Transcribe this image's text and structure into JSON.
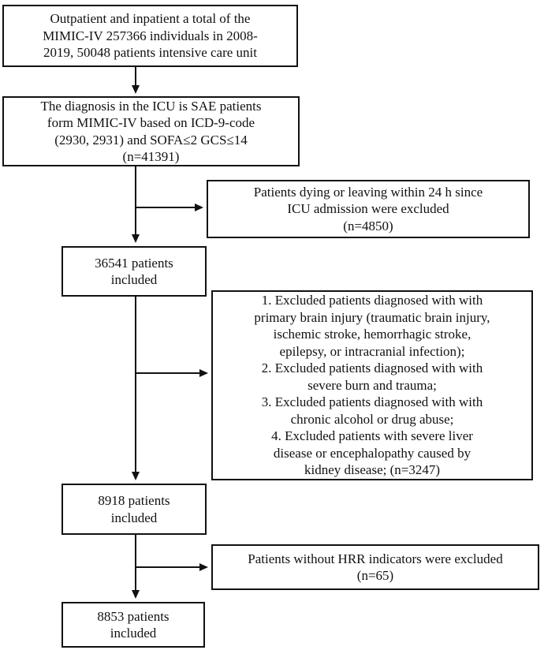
{
  "figure": {
    "background_color": "#ffffff",
    "line_color": "#111111",
    "nodes": {
      "box1": {
        "lines": [
          "Outpatient and inpatient a total of the",
          "MIMIC-IV 257366 individuals in 2008-",
          "2019, 50048 patients intensive care unit"
        ]
      },
      "box2": {
        "lines": [
          "The diagnosis in the ICU is SAE patients",
          "form MIMIC-IV based on ICD-9-code",
          "(2930, 2931) and SOFA≤2 GCS≤14",
          "(n=41391)"
        ]
      },
      "box3": {
        "lines": [
          "Patients dying or leaving within 24 h since",
          "ICU admission were excluded",
          "(n=4850)"
        ]
      },
      "box4": {
        "lines": [
          "36541 patients",
          "included"
        ]
      },
      "box5": {
        "lines": [
          "1. Excluded patients diagnosed with with",
          "primary brain injury (traumatic brain injury,",
          "ischemic stroke, hemorrhagic stroke,",
          "epilepsy, or intracranial infection);",
          "2. Excluded patients diagnosed with with",
          "severe burn and trauma;",
          "3. Excluded patients diagnosed with with",
          "chronic alcohol or drug abuse;",
          "4. Excluded patients with severe liver",
          "disease or encephalopathy caused by",
          "kidney disease; (n=3247)"
        ]
      },
      "box6": {
        "lines": [
          "8918 patients",
          "included"
        ]
      },
      "box7": {
        "lines": [
          "Patients without HRR indicators were excluded",
          "(n=65)"
        ]
      },
      "box8": {
        "lines": [
          "8853 patients",
          "included"
        ]
      }
    }
  }
}
